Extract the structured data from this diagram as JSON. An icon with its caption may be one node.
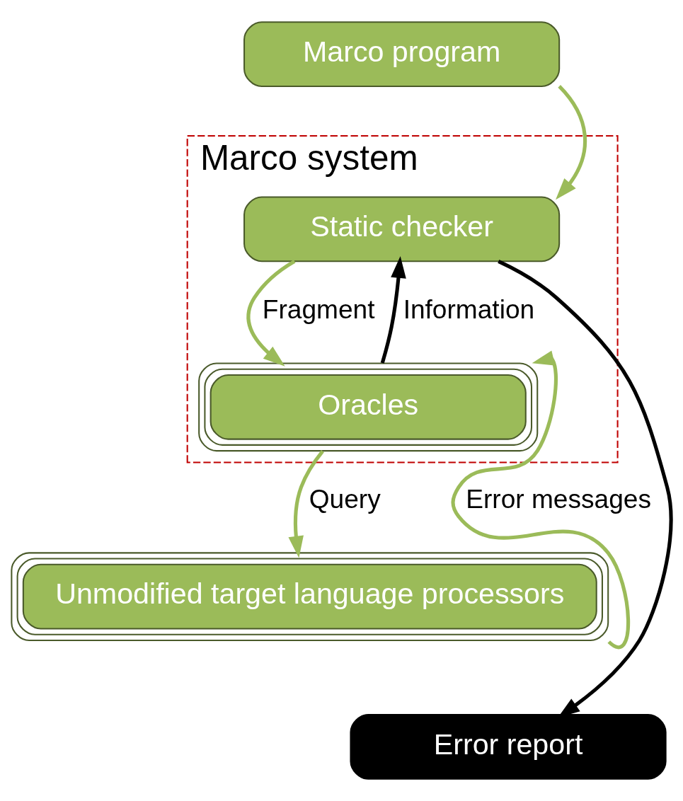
{
  "diagram": {
    "nodes": [
      {
        "text": [
          "Marco program"
        ]
      },
      {
        "text": [
          "Marco system"
        ]
      },
      {
        "text": [
          "Static checker"
        ],
        "in": 1
      },
      {
        "text": [
          "Oracles"
        ],
        "in": 1
      },
      {
        "text": [
          "Unmodified target language processors"
        ]
      },
      {
        "text": [
          "Error report"
        ]
      }
    ],
    "edges": [
      {
        "from": 0,
        "to": 2,
        "arrow": "to"
      },
      {
        "from": 2,
        "to": 3,
        "arrow": "to",
        "label": "Fragment"
      },
      {
        "from": 3,
        "to": 2,
        "arrow": "to",
        "label": "Information",
        "color": "#000000"
      },
      {
        "from": 3,
        "to": 4,
        "arrow": "to",
        "label": "Query"
      },
      {
        "from": 4,
        "to": 3,
        "arrow": "to",
        "label": "Error messages"
      },
      {
        "from": 2,
        "to": 5,
        "arrow": "to",
        "color": "#000000"
      }
    ]
  }
}
